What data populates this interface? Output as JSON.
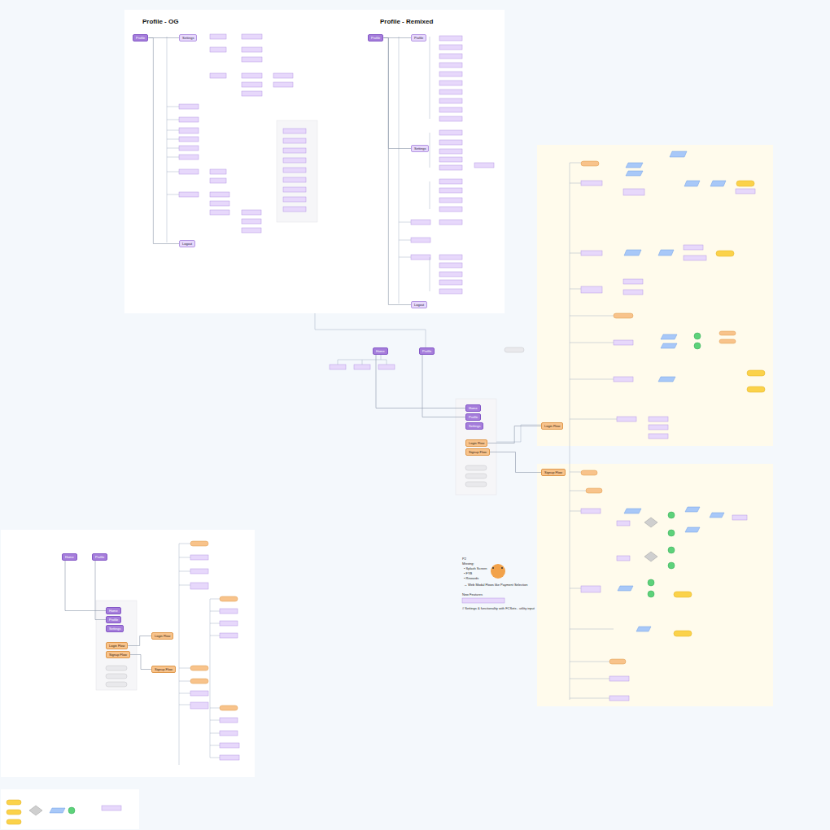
{
  "diagram": {
    "nodes": [
      {
        "text": [
          "Profile"
        ]
      },
      {
        "text": [
          "Settings"
        ]
      },
      {
        "text": [
          "Logout"
        ]
      },
      {
        "text": [
          "Profile"
        ]
      },
      {
        "text": [
          "Profile"
        ]
      },
      {
        "text": [
          "Settings"
        ]
      },
      {
        "text": [
          "Logout"
        ]
      },
      {
        "text": [
          "Home"
        ]
      },
      {
        "text": [
          "Profile"
        ]
      },
      {
        "text": [
          "Home"
        ]
      },
      {
        "text": [
          "Profile"
        ]
      },
      {
        "text": [
          "Settings"
        ]
      },
      {
        "text": [
          "Login Flow"
        ]
      },
      {
        "text": [
          "Signup Flow"
        ]
      },
      {
        "text": [
          "Login Flow"
        ]
      },
      {
        "text": [
          "Signup Flow"
        ]
      },
      {
        "text": [
          "Home"
        ]
      },
      {
        "text": [
          "Profile"
        ]
      },
      {
        "text": [
          "Home"
        ]
      },
      {
        "text": [
          "Profile"
        ]
      },
      {
        "text": [
          "Settings"
        ]
      },
      {
        "text": [
          "Login Flow"
        ]
      },
      {
        "text": [
          "Signup Flow"
        ]
      },
      {
        "text": [
          "Login Flow"
        ]
      },
      {
        "text": [
          "Signup Flow"
        ]
      }
    ],
    "edges": [
      {
        "from": 0,
        "to": 1,
        "arrow": "none"
      },
      {
        "from": 0,
        "to": 2,
        "arrow": "none"
      },
      {
        "from": 3,
        "to": 4,
        "arrow": "none"
      },
      {
        "from": 3,
        "to": 5,
        "arrow": "none"
      },
      {
        "from": 3,
        "to": 6,
        "arrow": "none"
      },
      {
        "from": 7,
        "to": 9,
        "arrow": "none"
      },
      {
        "from": 8,
        "to": 10,
        "arrow": "none"
      },
      {
        "from": 12,
        "to": 14,
        "arrow": "none"
      },
      {
        "from": 13,
        "to": 15,
        "arrow": "none"
      },
      {
        "from": 16,
        "to": 18,
        "arrow": "none"
      },
      {
        "from": 17,
        "to": 19,
        "arrow": "none"
      },
      {
        "from": 21,
        "to": 23,
        "arrow": "none"
      },
      {
        "from": 22,
        "to": 24,
        "arrow": "none"
      }
    ],
    "labels": [
      "Profile - OG",
      "Profile - Remixed",
      "P2",
      "Missing:",
      "• Splash Screen",
      "• FYB",
      "• Rewards",
      "→ Web Modal Flows like Payment Selection",
      "New Features",
      "# Settings & functionality with FCSets - utility input"
    ]
  }
}
